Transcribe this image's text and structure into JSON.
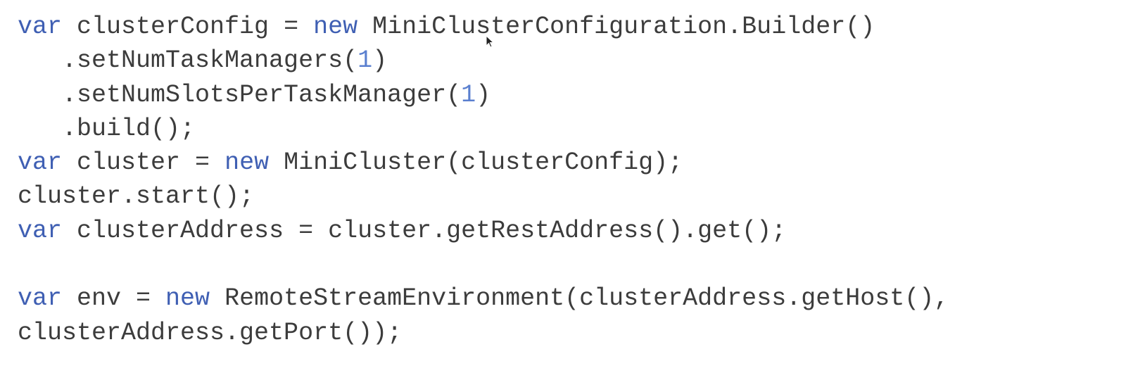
{
  "colors": {
    "background": "#ffffff",
    "text": "#3c3c3c",
    "keyword": "#3f5fb3",
    "number": "#5a7fcf"
  },
  "editor": {
    "lines": [
      [
        {
          "t": "kw",
          "v": "var"
        },
        {
          "t": "txt",
          "v": " clusterConfig = "
        },
        {
          "t": "kw",
          "v": "new"
        },
        {
          "t": "txt",
          "v": " MiniClusterConfiguration.Builder()"
        }
      ],
      [
        {
          "t": "txt",
          "v": "   .setNumTaskManagers("
        },
        {
          "t": "num",
          "v": "1"
        },
        {
          "t": "txt",
          "v": ")"
        }
      ],
      [
        {
          "t": "txt",
          "v": "   .setNumSlotsPerTaskManager("
        },
        {
          "t": "num",
          "v": "1"
        },
        {
          "t": "txt",
          "v": ")"
        }
      ],
      [
        {
          "t": "txt",
          "v": "   .build();"
        }
      ],
      [
        {
          "t": "kw",
          "v": "var"
        },
        {
          "t": "txt",
          "v": " cluster = "
        },
        {
          "t": "kw",
          "v": "new"
        },
        {
          "t": "txt",
          "v": " MiniCluster(clusterConfig);"
        }
      ],
      [
        {
          "t": "txt",
          "v": "cluster.start();"
        }
      ],
      [
        {
          "t": "kw",
          "v": "var"
        },
        {
          "t": "txt",
          "v": " clusterAddress = cluster.getRestAddress().get();"
        }
      ],
      [],
      [
        {
          "t": "kw",
          "v": "var"
        },
        {
          "t": "txt",
          "v": " env = "
        },
        {
          "t": "kw",
          "v": "new"
        },
        {
          "t": "txt",
          "v": " RemoteStreamEnvironment(clusterAddress.getHost(),"
        }
      ],
      [
        {
          "t": "txt",
          "v": "clusterAddress.getPort());"
        }
      ]
    ]
  }
}
